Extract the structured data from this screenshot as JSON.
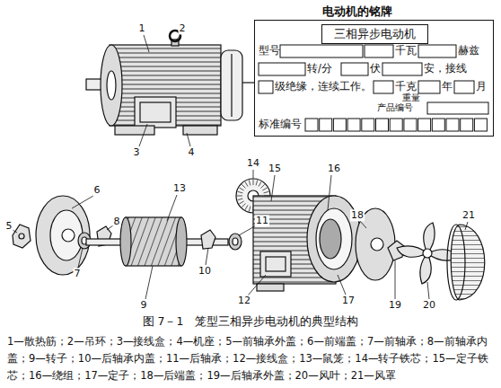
{
  "diagram": {
    "caption": "图 7－1　笼型三相异步电动机的典型结构",
    "nodes": [
      {
        "text": [
          "电动机的铭牌"
        ]
      },
      {
        "text": [
          "三相异步电动机"
        ],
        "in": 0
      }
    ],
    "labels": [
      "1",
      "2",
      "3",
      "4",
      "5",
      "6",
      "7",
      "8",
      "9",
      "10",
      "11",
      "12",
      "13",
      "14",
      "15",
      "16",
      "17",
      "18",
      "19",
      "20",
      "21",
      "型号",
      "千瓦",
      "赫兹",
      "转/分",
      "伏",
      "安，接线",
      "级绝缘，连续工作。",
      "千克",
      "年",
      "月",
      "重量",
      "产品编号",
      "标准编号",
      "1—散热筋；2—吊环；3—接线盒；4—机座；5—前轴承外盖；6—前端盖；7—前轴承；8—前轴承内盖；9—转子；10—后轴承内盖；11—后轴承；12—接线盒；13—鼠笼；14—转子铁芯；15—定子铁芯；16—绕组；17—定子；18—后端盖；19—后轴承外盖；20—风叶；21—风罩"
    ]
  }
}
